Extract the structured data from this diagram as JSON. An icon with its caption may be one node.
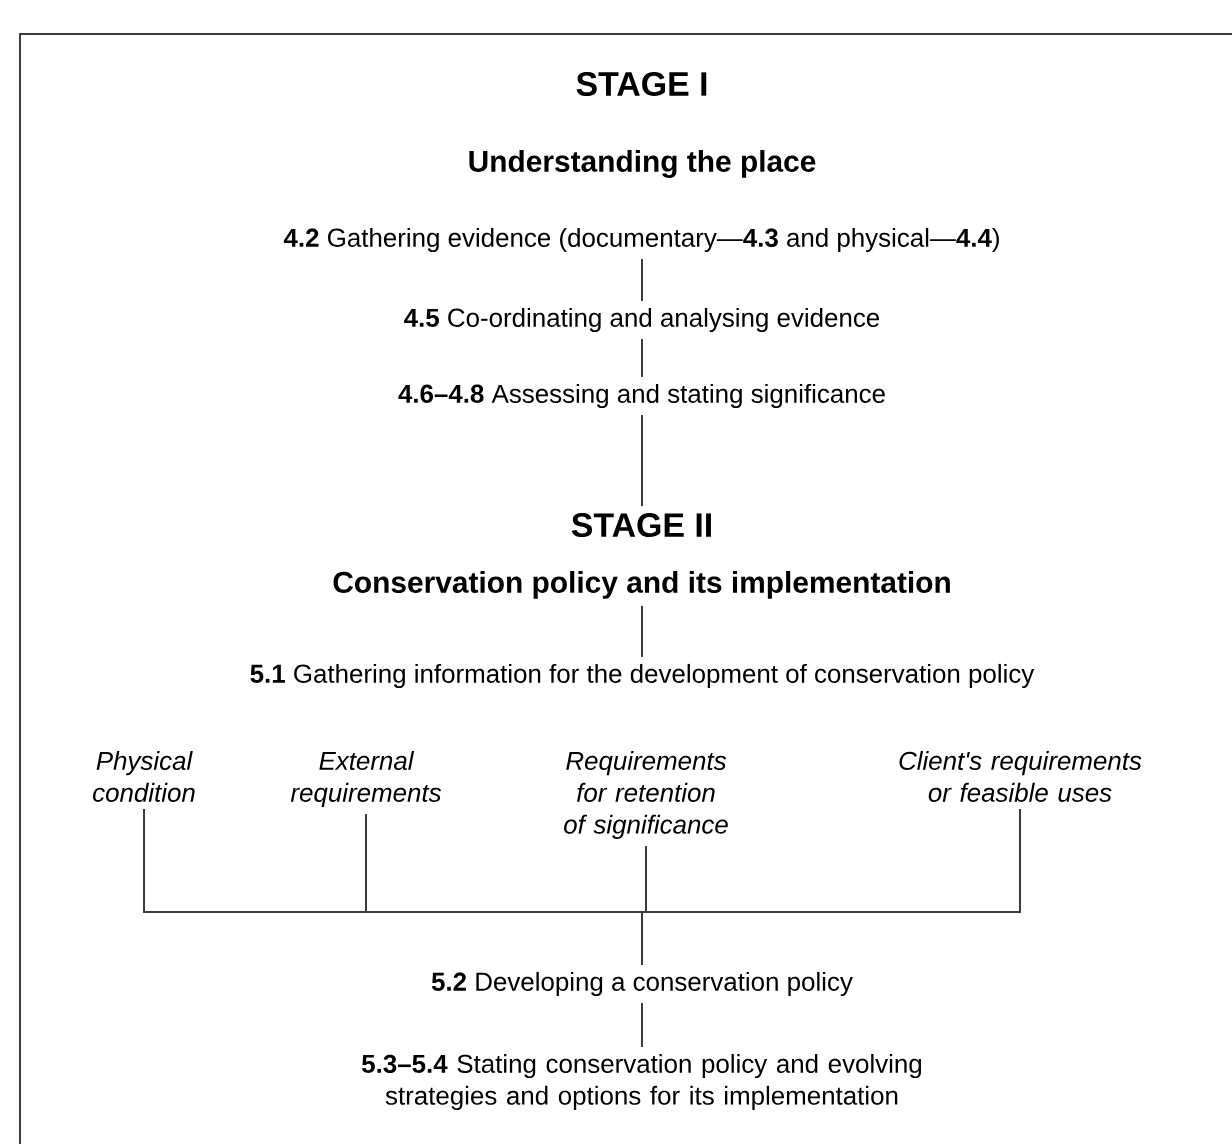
{
  "diagram": {
    "nodes": [
      {
        "text": [
          "**4.2** Gathering evidence (documentary—**4.3** and physical—**4.4**)"
        ]
      },
      {
        "text": [
          "**4.5** Co-ordinating and analysing evidence"
        ]
      },
      {
        "text": [
          "**4.6–4.8** Assessing and stating significance"
        ]
      },
      {
        "text": [
          "STAGE II",
          "Conservation policy and its implementation"
        ]
      },
      {
        "text": [
          "**5.1** Gathering information for the development of conservation policy"
        ]
      },
      {
        "text": [
          "Physical condition"
        ]
      },
      {
        "text": [
          "External requirements"
        ]
      },
      {
        "text": [
          "Requirements for retention of significance"
        ]
      },
      {
        "text": [
          "Client's requirements or feasible uses"
        ]
      },
      {
        "text": [
          "**5.2** Developing a conservation policy"
        ]
      },
      {
        "text": [
          "**5.3–5.4** Stating conservation policy and evolving strategies and options for its implementation"
        ]
      }
    ],
    "edges": [
      {
        "from": 0,
        "to": 1,
        "arrow": "none"
      },
      {
        "from": 1,
        "to": 2,
        "arrow": "none"
      },
      {
        "from": 2,
        "to": 3,
        "arrow": "none"
      },
      {
        "from": 3,
        "to": 4,
        "arrow": "none"
      },
      {
        "from": 5,
        "to": 9,
        "arrow": "none"
      },
      {
        "from": 6,
        "to": 9,
        "arrow": "none"
      },
      {
        "from": 7,
        "to": 9,
        "arrow": "none"
      },
      {
        "from": 8,
        "to": 9,
        "arrow": "none"
      },
      {
        "from": 9,
        "to": 10,
        "arrow": "none"
      }
    ],
    "labels": [
      "STAGE I",
      "Understanding the place"
    ]
  }
}
